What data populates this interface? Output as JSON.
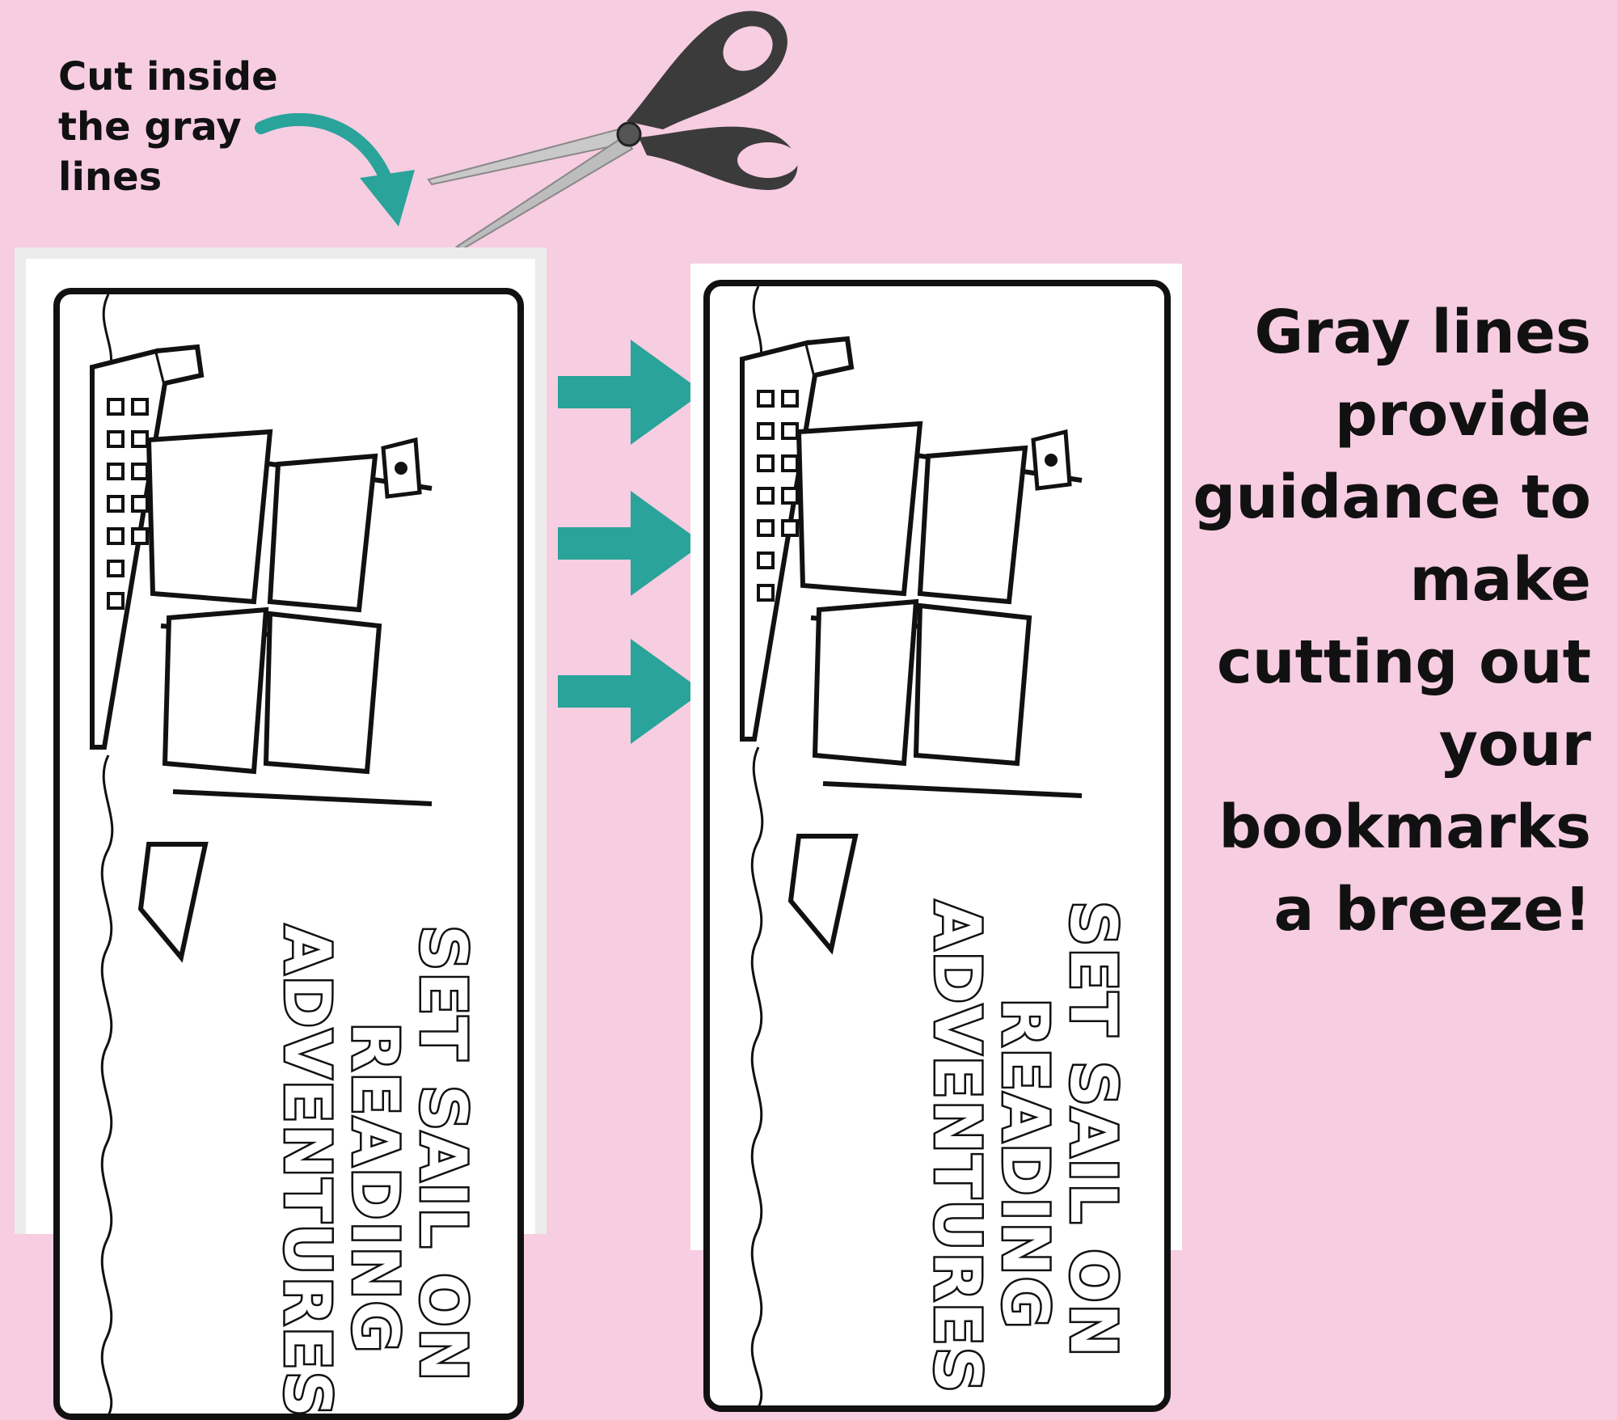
{
  "callout": {
    "lines": [
      "Cut inside",
      "the gray",
      "lines"
    ]
  },
  "guidance": {
    "lines": [
      "Gray lines",
      "provide",
      "guidance to",
      "make",
      "cutting out",
      "your",
      "bookmarks",
      "a breeze!"
    ]
  },
  "bookmark": {
    "lines": [
      "SET SAIL ON",
      "READING",
      "ADVENTURES"
    ]
  },
  "colors": {
    "background": "#f7cde1",
    "accent": "#2aa39a",
    "guide_border": "#ececec",
    "ink": "#111111"
  },
  "icons": {
    "scissors": "scissors-icon",
    "curved_arrow": "curved-arrow-icon",
    "right_arrow": "right-arrow-icon"
  }
}
